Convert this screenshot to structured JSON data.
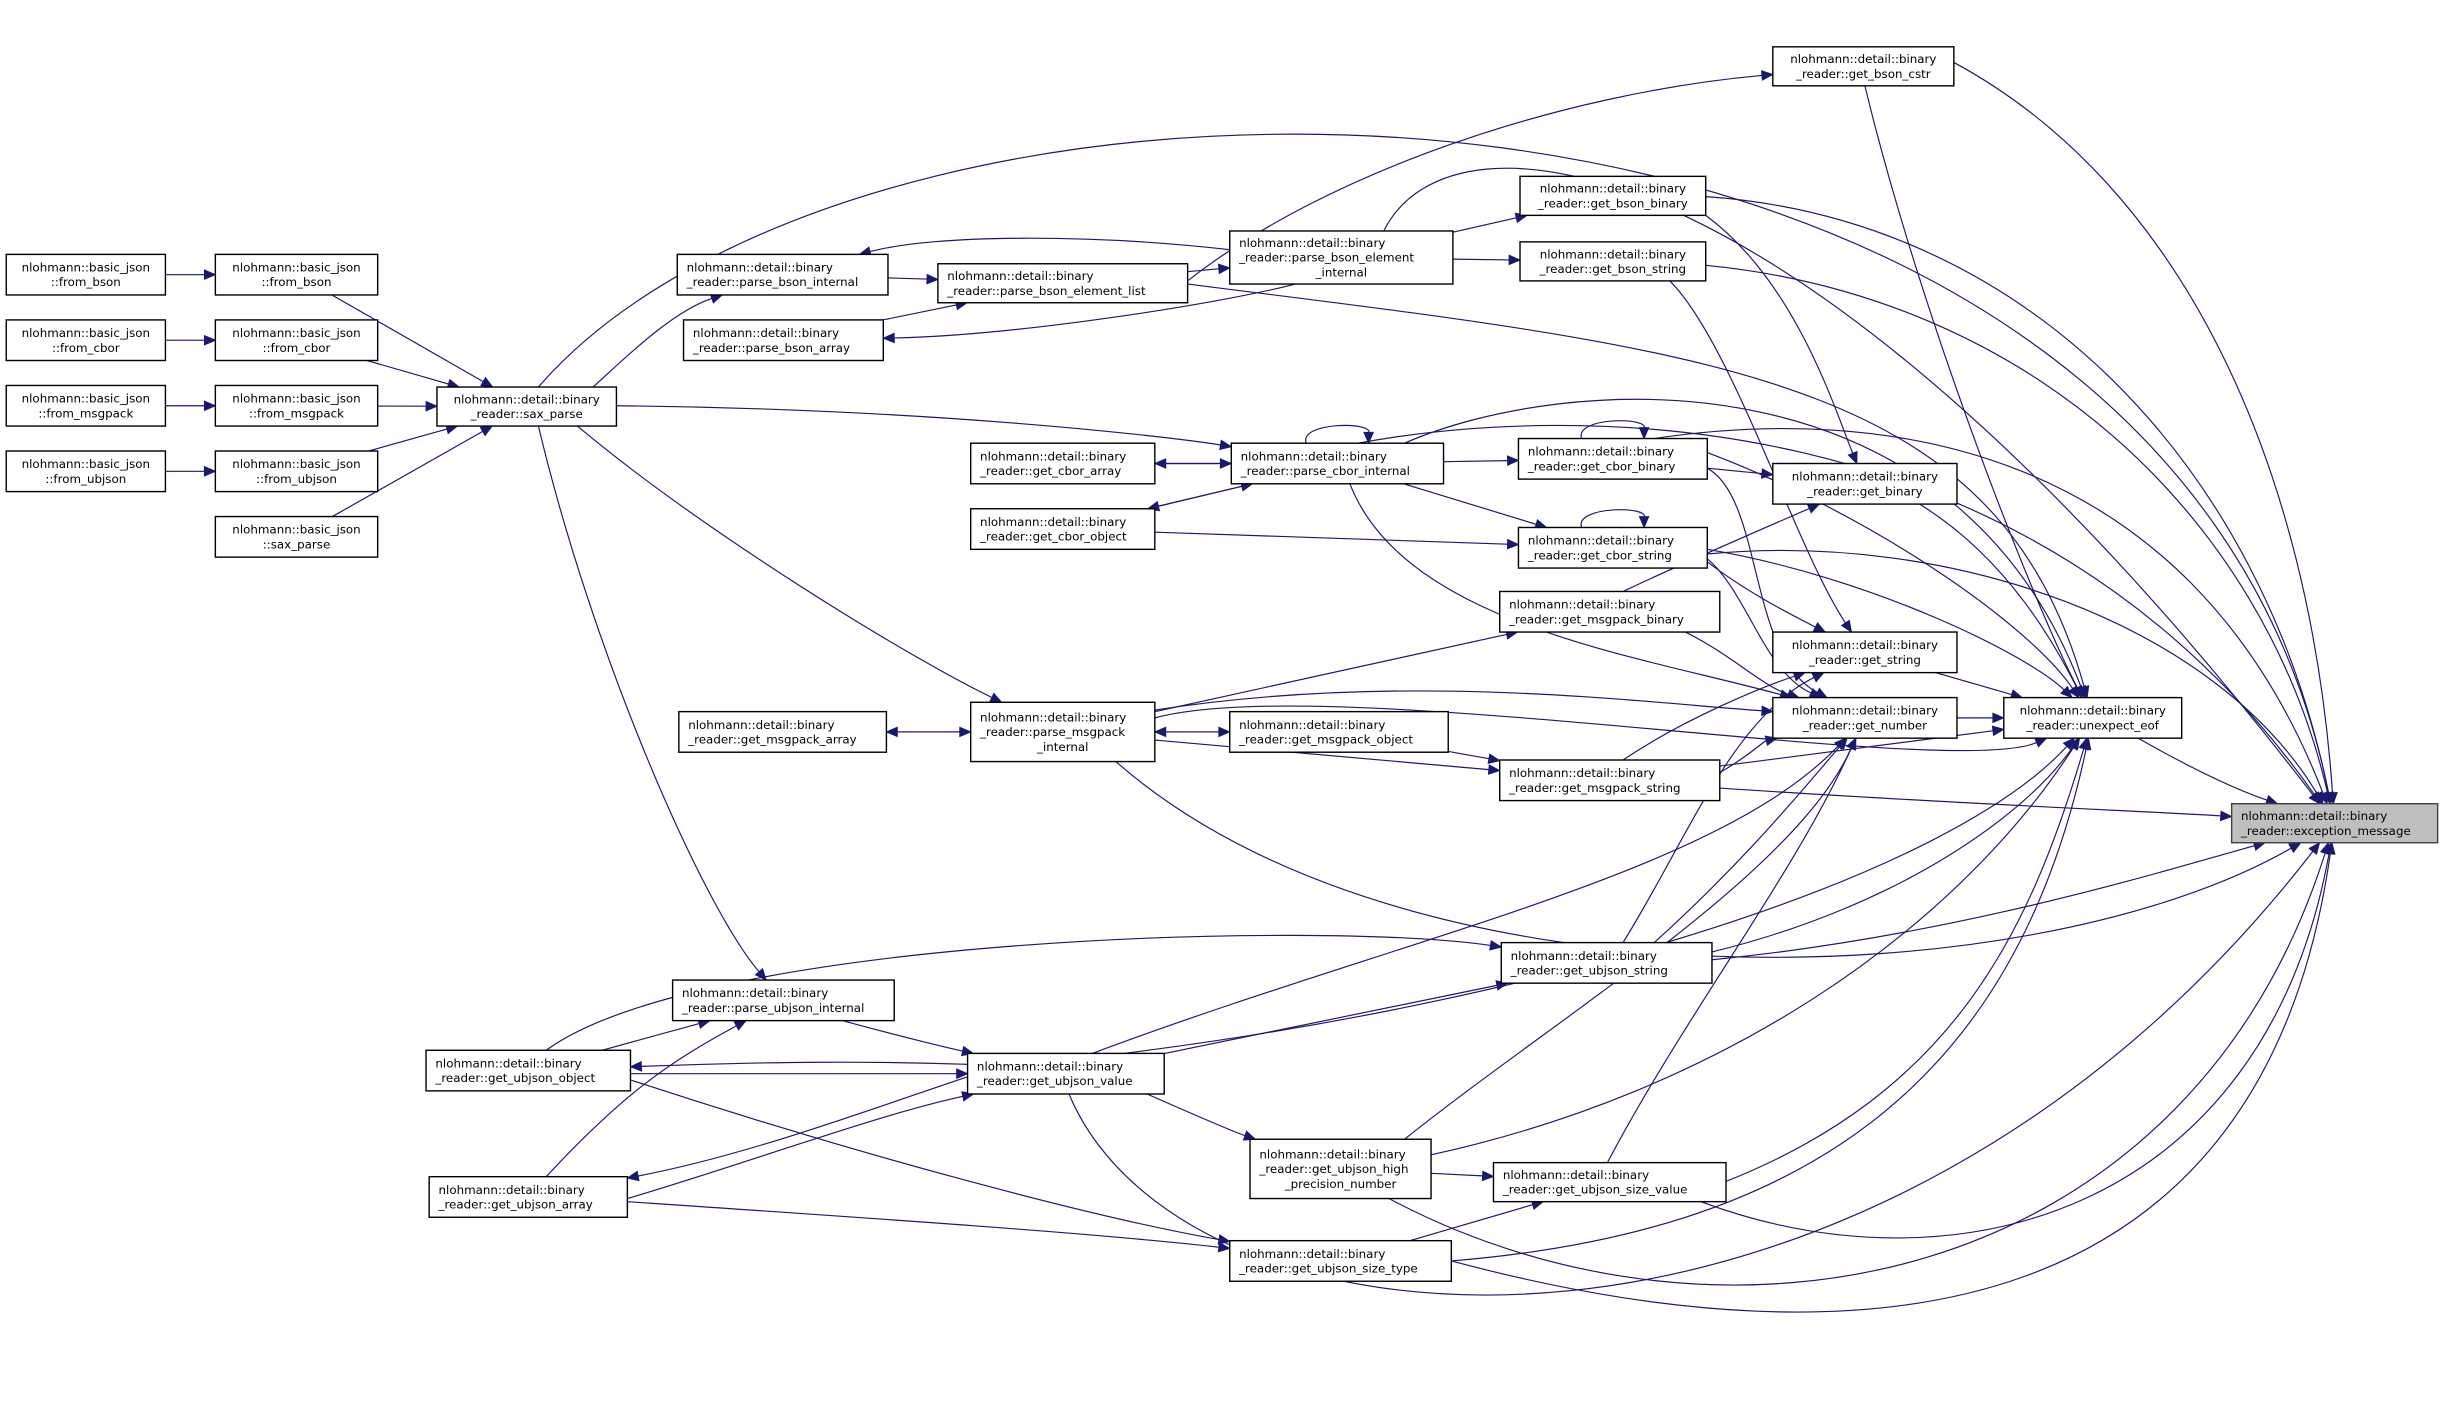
{
  "graph": {
    "title": "Call graph of nlohmann::detail::binary_reader::exception_message",
    "colors": {
      "edge": "#191970",
      "node_border": "#000000",
      "node_fill": "#ffffff",
      "focus_fill": "#bfbfbf"
    },
    "focus_node": "exception_message",
    "nodes": [
      {
        "id": "bj_from_bson_a",
        "lines": [
          "nlohmann::basic_json",
          "::from_bson"
        ]
      },
      {
        "id": "bj_from_bson_b",
        "lines": [
          "nlohmann::basic_json",
          "::from_bson"
        ]
      },
      {
        "id": "bj_from_cbor_a",
        "lines": [
          "nlohmann::basic_json",
          "::from_cbor"
        ]
      },
      {
        "id": "bj_from_cbor_b",
        "lines": [
          "nlohmann::basic_json",
          "::from_cbor"
        ]
      },
      {
        "id": "bj_from_msgpack_a",
        "lines": [
          "nlohmann::basic_json",
          "::from_msgpack"
        ]
      },
      {
        "id": "bj_from_msgpack_b",
        "lines": [
          "nlohmann::basic_json",
          "::from_msgpack"
        ]
      },
      {
        "id": "bj_from_ubjson_a",
        "lines": [
          "nlohmann::basic_json",
          "::from_ubjson"
        ]
      },
      {
        "id": "bj_from_ubjson_b",
        "lines": [
          "nlohmann::basic_json",
          "::from_ubjson"
        ]
      },
      {
        "id": "bj_sax_parse",
        "lines": [
          "nlohmann::basic_json",
          "::sax_parse"
        ]
      },
      {
        "id": "sax_parse",
        "lines": [
          "nlohmann::detail::binary",
          "_reader::sax_parse"
        ]
      },
      {
        "id": "parse_bson_internal",
        "lines": [
          "nlohmann::detail::binary",
          "_reader::parse_bson_internal"
        ]
      },
      {
        "id": "parse_bson_array",
        "lines": [
          "nlohmann::detail::binary",
          "_reader::parse_bson_array"
        ]
      },
      {
        "id": "parse_bson_element_list",
        "lines": [
          "nlohmann::detail::binary",
          "_reader::parse_bson_element_list"
        ]
      },
      {
        "id": "parse_bson_element_internal",
        "lines": [
          "nlohmann::detail::binary",
          "_reader::parse_bson_element",
          "_internal"
        ]
      },
      {
        "id": "get_bson_binary",
        "lines": [
          "nlohmann::detail::binary",
          "_reader::get_bson_binary"
        ]
      },
      {
        "id": "get_bson_string",
        "lines": [
          "nlohmann::detail::binary",
          "_reader::get_bson_string"
        ]
      },
      {
        "id": "get_bson_cstr",
        "lines": [
          "nlohmann::detail::binary",
          "_reader::get_bson_cstr"
        ]
      },
      {
        "id": "get_cbor_array",
        "lines": [
          "nlohmann::detail::binary",
          "_reader::get_cbor_array"
        ]
      },
      {
        "id": "get_cbor_object",
        "lines": [
          "nlohmann::detail::binary",
          "_reader::get_cbor_object"
        ]
      },
      {
        "id": "parse_cbor_internal",
        "lines": [
          "nlohmann::detail::binary",
          "_reader::parse_cbor_internal"
        ]
      },
      {
        "id": "get_cbor_binary",
        "lines": [
          "nlohmann::detail::binary",
          "_reader::get_cbor_binary"
        ]
      },
      {
        "id": "get_cbor_string",
        "lines": [
          "nlohmann::detail::binary",
          "_reader::get_cbor_string"
        ]
      },
      {
        "id": "get_binary",
        "lines": [
          "nlohmann::detail::binary",
          "_reader::get_binary"
        ]
      },
      {
        "id": "get_msgpack_binary",
        "lines": [
          "nlohmann::detail::binary",
          "_reader::get_msgpack_binary"
        ]
      },
      {
        "id": "get_string",
        "lines": [
          "nlohmann::detail::binary",
          "_reader::get_string"
        ]
      },
      {
        "id": "get_number",
        "lines": [
          "nlohmann::detail::binary",
          "_reader::get_number"
        ]
      },
      {
        "id": "unexpect_eof",
        "lines": [
          "nlohmann::detail::binary",
          "_reader::unexpect_eof"
        ]
      },
      {
        "id": "exception_message",
        "lines": [
          "nlohmann::detail::binary",
          "_reader::exception_message"
        ]
      },
      {
        "id": "get_msgpack_array",
        "lines": [
          "nlohmann::detail::binary",
          "_reader::get_msgpack_array"
        ]
      },
      {
        "id": "parse_msgpack_internal",
        "lines": [
          "nlohmann::detail::binary",
          "_reader::parse_msgpack",
          "_internal"
        ]
      },
      {
        "id": "get_msgpack_object",
        "lines": [
          "nlohmann::detail::binary",
          "_reader::get_msgpack_object"
        ]
      },
      {
        "id": "get_msgpack_string",
        "lines": [
          "nlohmann::detail::binary",
          "_reader::get_msgpack_string"
        ]
      },
      {
        "id": "get_ubjson_string",
        "lines": [
          "nlohmann::detail::binary",
          "_reader::get_ubjson_string"
        ]
      },
      {
        "id": "parse_ubjson_internal",
        "lines": [
          "nlohmann::detail::binary",
          "_reader::parse_ubjson_internal"
        ]
      },
      {
        "id": "get_ubjson_object",
        "lines": [
          "nlohmann::detail::binary",
          "_reader::get_ubjson_object"
        ]
      },
      {
        "id": "get_ubjson_value",
        "lines": [
          "nlohmann::detail::binary",
          "_reader::get_ubjson_value"
        ]
      },
      {
        "id": "get_ubjson_array",
        "lines": [
          "nlohmann::detail::binary",
          "_reader::get_ubjson_array"
        ]
      },
      {
        "id": "get_ubjson_high_precision_number",
        "lines": [
          "nlohmann::detail::binary",
          "_reader::get_ubjson_high",
          "_precision_number"
        ]
      },
      {
        "id": "get_ubjson_size_value",
        "lines": [
          "nlohmann::detail::binary",
          "_reader::get_ubjson_size_value"
        ]
      },
      {
        "id": "get_ubjson_size_type",
        "lines": [
          "nlohmann::detail::binary",
          "_reader::get_ubjson_size_type"
        ]
      }
    ],
    "edges": [
      [
        "bj_from_bson_a",
        "bj_from_bson_b"
      ],
      [
        "bj_from_cbor_a",
        "bj_from_cbor_b"
      ],
      [
        "bj_from_msgpack_a",
        "bj_from_msgpack_b"
      ],
      [
        "bj_from_ubjson_a",
        "bj_from_ubjson_b"
      ],
      [
        "bj_from_bson_b",
        "sax_parse"
      ],
      [
        "bj_from_cbor_b",
        "sax_parse"
      ],
      [
        "bj_from_msgpack_b",
        "sax_parse"
      ],
      [
        "bj_from_ubjson_b",
        "sax_parse"
      ],
      [
        "bj_sax_parse",
        "sax_parse"
      ],
      [
        "sax_parse",
        "parse_bson_internal"
      ],
      [
        "sax_parse",
        "parse_cbor_internal"
      ],
      [
        "sax_parse",
        "parse_msgpack_internal"
      ],
      [
        "sax_parse",
        "parse_ubjson_internal"
      ],
      [
        "sax_parse",
        "exception_message"
      ],
      [
        "parse_bson_internal",
        "parse_bson_element_list"
      ],
      [
        "parse_bson_array",
        "parse_bson_element_list"
      ],
      [
        "parse_bson_element_list",
        "parse_bson_element_internal"
      ],
      [
        "parse_bson_element_list",
        "get_bson_cstr"
      ],
      [
        "parse_bson_element_list",
        "unexpect_eof"
      ],
      [
        "parse_bson_element_internal",
        "parse_bson_internal"
      ],
      [
        "parse_bson_element_internal",
        "parse_bson_array"
      ],
      [
        "parse_bson_element_internal",
        "get_bson_binary"
      ],
      [
        "parse_bson_element_internal",
        "get_bson_string"
      ],
      [
        "parse_bson_element_internal",
        "exception_message"
      ],
      [
        "get_bson_binary",
        "get_binary"
      ],
      [
        "get_bson_binary",
        "exception_message"
      ],
      [
        "get_bson_string",
        "get_string"
      ],
      [
        "get_bson_string",
        "exception_message"
      ],
      [
        "get_bson_cstr",
        "unexpect_eof"
      ],
      [
        "get_bson_cstr",
        "exception_message"
      ],
      [
        "parse_cbor_internal",
        "parse_cbor_internal"
      ],
      [
        "parse_cbor_internal",
        "get_cbor_array"
      ],
      [
        "parse_cbor_internal",
        "get_cbor_object"
      ],
      [
        "parse_cbor_internal",
        "get_cbor_binary"
      ],
      [
        "parse_cbor_internal",
        "get_cbor_string"
      ],
      [
        "parse_cbor_internal",
        "get_number"
      ],
      [
        "parse_cbor_internal",
        "unexpect_eof"
      ],
      [
        "parse_cbor_internal",
        "exception_message"
      ],
      [
        "get_cbor_array",
        "parse_cbor_internal"
      ],
      [
        "get_cbor_object",
        "parse_cbor_internal"
      ],
      [
        "get_cbor_object",
        "get_cbor_string"
      ],
      [
        "get_cbor_binary",
        "get_cbor_binary"
      ],
      [
        "get_cbor_binary",
        "get_binary"
      ],
      [
        "get_cbor_binary",
        "get_number"
      ],
      [
        "get_cbor_binary",
        "unexpect_eof"
      ],
      [
        "get_cbor_binary",
        "exception_message"
      ],
      [
        "get_cbor_string",
        "get_cbor_string"
      ],
      [
        "get_cbor_string",
        "get_string"
      ],
      [
        "get_cbor_string",
        "get_number"
      ],
      [
        "get_cbor_string",
        "unexpect_eof"
      ],
      [
        "get_cbor_string",
        "exception_message"
      ],
      [
        "get_binary",
        "unexpect_eof"
      ],
      [
        "get_msgpack_binary",
        "get_binary"
      ],
      [
        "get_msgpack_binary",
        "get_number"
      ],
      [
        "get_string",
        "unexpect_eof"
      ],
      [
        "get_number",
        "unexpect_eof"
      ],
      [
        "unexpect_eof",
        "exception_message"
      ],
      [
        "parse_msgpack_internal",
        "get_msgpack_array"
      ],
      [
        "parse_msgpack_internal",
        "get_msgpack_object"
      ],
      [
        "parse_msgpack_internal",
        "get_msgpack_binary"
      ],
      [
        "parse_msgpack_internal",
        "get_msgpack_string"
      ],
      [
        "parse_msgpack_internal",
        "get_number"
      ],
      [
        "parse_msgpack_internal",
        "unexpect_eof"
      ],
      [
        "parse_msgpack_internal",
        "exception_message"
      ],
      [
        "get_msgpack_array",
        "parse_msgpack_internal"
      ],
      [
        "get_msgpack_object",
        "parse_msgpack_internal"
      ],
      [
        "get_msgpack_object",
        "get_msgpack_string"
      ],
      [
        "get_msgpack_string",
        "get_string"
      ],
      [
        "get_msgpack_string",
        "get_number"
      ],
      [
        "get_msgpack_string",
        "unexpect_eof"
      ],
      [
        "get_msgpack_string",
        "exception_message"
      ],
      [
        "get_ubjson_string",
        "get_string"
      ],
      [
        "get_ubjson_string",
        "get_number"
      ],
      [
        "get_ubjson_string",
        "unexpect_eof"
      ],
      [
        "get_ubjson_string",
        "exception_message"
      ],
      [
        "parse_ubjson_internal",
        "get_ubjson_value"
      ],
      [
        "get_ubjson_object",
        "parse_ubjson_internal"
      ],
      [
        "get_ubjson_object",
        "get_ubjson_value"
      ],
      [
        "get_ubjson_object",
        "get_ubjson_string"
      ],
      [
        "get_ubjson_object",
        "get_ubjson_size_type"
      ],
      [
        "get_ubjson_array",
        "parse_ubjson_internal"
      ],
      [
        "get_ubjson_array",
        "get_ubjson_value"
      ],
      [
        "get_ubjson_array",
        "get_ubjson_size_type"
      ],
      [
        "get_ubjson_value",
        "get_ubjson_object"
      ],
      [
        "get_ubjson_value",
        "get_ubjson_array"
      ],
      [
        "get_ubjson_value",
        "get_ubjson_string"
      ],
      [
        "get_ubjson_value",
        "get_ubjson_high_precision_number"
      ],
      [
        "get_ubjson_value",
        "get_number"
      ],
      [
        "get_ubjson_value",
        "unexpect_eof"
      ],
      [
        "get_ubjson_value",
        "exception_message"
      ],
      [
        "get_ubjson_high_precision_number",
        "get_ubjson_size_value"
      ],
      [
        "get_ubjson_high_precision_number",
        "get_number"
      ],
      [
        "get_ubjson_high_precision_number",
        "unexpect_eof"
      ],
      [
        "get_ubjson_high_precision_number",
        "exception_message"
      ],
      [
        "get_ubjson_size_value",
        "get_number"
      ],
      [
        "get_ubjson_size_value",
        "unexpect_eof"
      ],
      [
        "get_ubjson_size_value",
        "exception_message"
      ],
      [
        "get_ubjson_size_type",
        "get_ubjson_size_value"
      ],
      [
        "get_ubjson_size_type",
        "unexpect_eof"
      ],
      [
        "get_ubjson_size_type",
        "exception_message"
      ]
    ]
  }
}
